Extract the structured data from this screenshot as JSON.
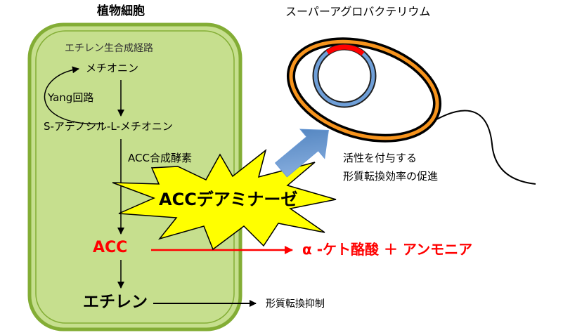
{
  "cell": {
    "title": "植物細胞",
    "pathway_title": "エチレン生合成経路"
  },
  "pathway": {
    "methionine": "メチオニン",
    "yang_cycle": "Yang回路",
    "sam": "S-アデノシル-L-メチオニン",
    "acc_synthase": "ACC合成酵素",
    "acc": "ACC",
    "ethylene": "エチレン",
    "ethylene_effect": "形質転換抑制"
  },
  "enzyme": {
    "label": "ACCデアミナーゼ"
  },
  "products": {
    "label": "α -ケト酪酸 ＋ アンモニア"
  },
  "bacterium": {
    "title": "スーパーアグロバクテリウム",
    "note_line1": "活性を付与する",
    "note_line2": "形質転換効率の促進"
  },
  "colors": {
    "cell_fill": "#c6df8e",
    "cell_border": "#83ad35",
    "highlight": "#ff0000",
    "burst_fill": "#ffff00",
    "bacterium_outer": "#f7941d",
    "plasmid": "#4a7ebb",
    "arrow_blue": "#5b8fd4"
  }
}
